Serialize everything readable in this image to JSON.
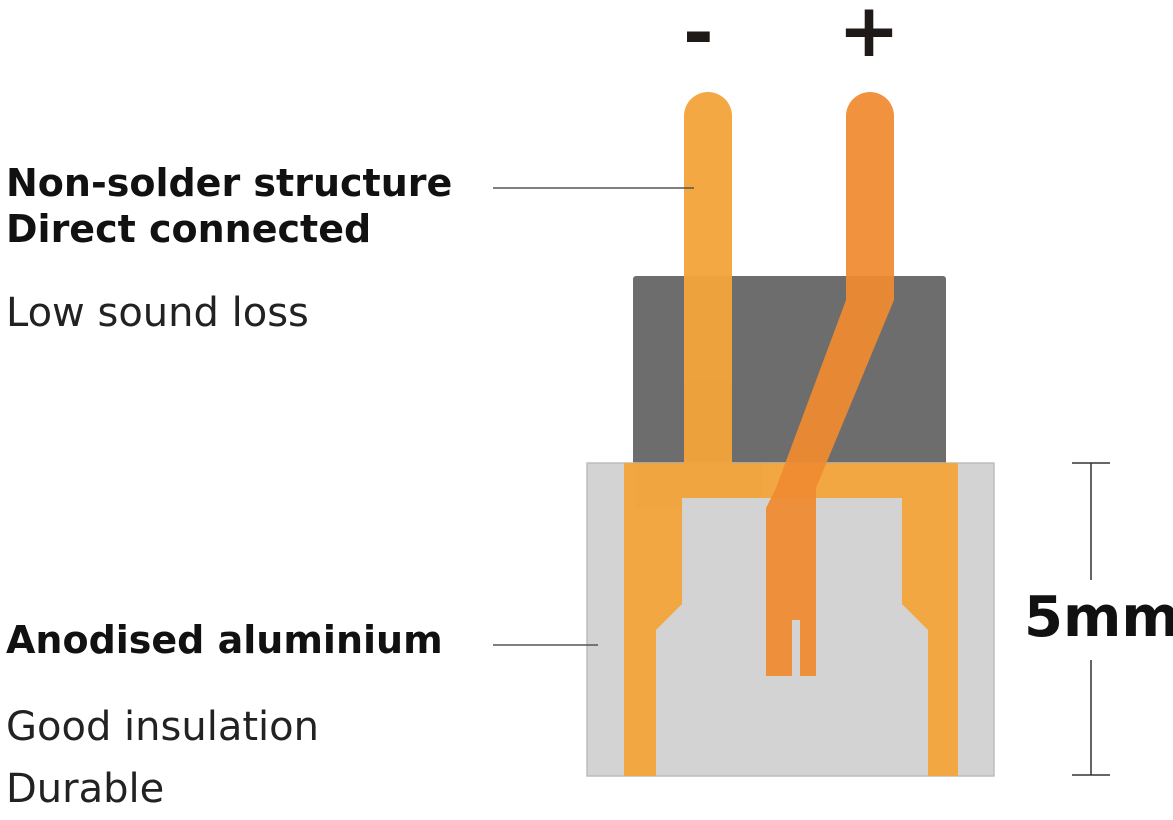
{
  "labels": {
    "top_heading_line1": "Non-solder structure",
    "top_heading_line2": "Direct connected",
    "top_sub": "Low sound loss",
    "bottom_heading": "Anodised aluminium",
    "bottom_sub_line1": "Good insulation",
    "bottom_sub_line2": "Durable"
  },
  "polarity": {
    "negative": "-",
    "positive": "+"
  },
  "dimension": {
    "value": "5mm"
  },
  "colors": {
    "housing_top": "#6d6d6d",
    "housing_bottom": "#d3d3d3",
    "pin_negative": "#f2a43c",
    "pin_positive": "#f08a30",
    "leader_line": "#555555"
  }
}
